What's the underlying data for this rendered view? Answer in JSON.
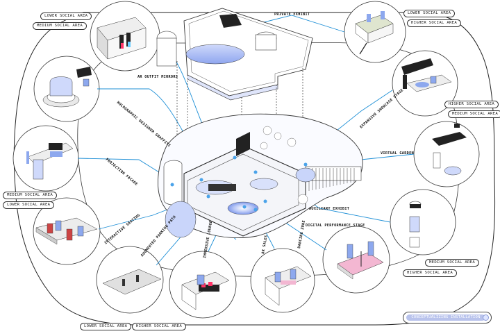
{
  "zones": {
    "tl_lower": "LOWER SOCIAL AREA",
    "tl_medium": "MEDIUM SOCIAL AREA",
    "tr_lower": "LOWER SOCIAL AREA",
    "tr_higher": "HIGHER SOCIAL AREA",
    "r_higher": "HIGHER SOCIAL AREA",
    "r_medium": "MEDIUM SOCIAL AREA",
    "l_medium": "MEDIUM SOCIAL AREA",
    "l_lower": "LOWER SOCIAL AREA",
    "br_medium": "MEDIUM SOCIAL AREA",
    "br_higher": "HIGHER SOCIAL AREA",
    "b_lower": "LOWER SOCIAL AREA",
    "b_higher": "HIGHER SOCIAL AREA"
  },
  "labels": {
    "private_exhibit": "PRIVATE EXHIBIT",
    "ar_mirrors": "AR OUTFIT MIRRORS",
    "holographic": "HOLOGRAPHIC DESIGNER GRAFFITI",
    "expansive": "EXPANSIVE SHOWCASE STAGE",
    "virtual_garden": "VIRTUAL GARDEN",
    "projection_facade": "PROJECTION FACADE",
    "interactive_seating": "INTERACTIVE SEATING",
    "augmented_parking": "AUGMENTED PARKING PATH",
    "auxiliary_exhibit": "AUXILIARY EXHIBIT",
    "digital_stage": "DIGITAL PERFORMANCE STAGE",
    "immersive_lounge": "IMMERSIVE LOUNGE",
    "ar_sales": "AR SALES",
    "dancing_zone": "DANCING ZONE"
  },
  "badge": "CONCEPTUALIZING INSTALLATION",
  "colors": {
    "accent": "#1e8fd6",
    "blue_fill": "#8da8ee",
    "pink": "#f3b7d2",
    "line": "#222222"
  }
}
